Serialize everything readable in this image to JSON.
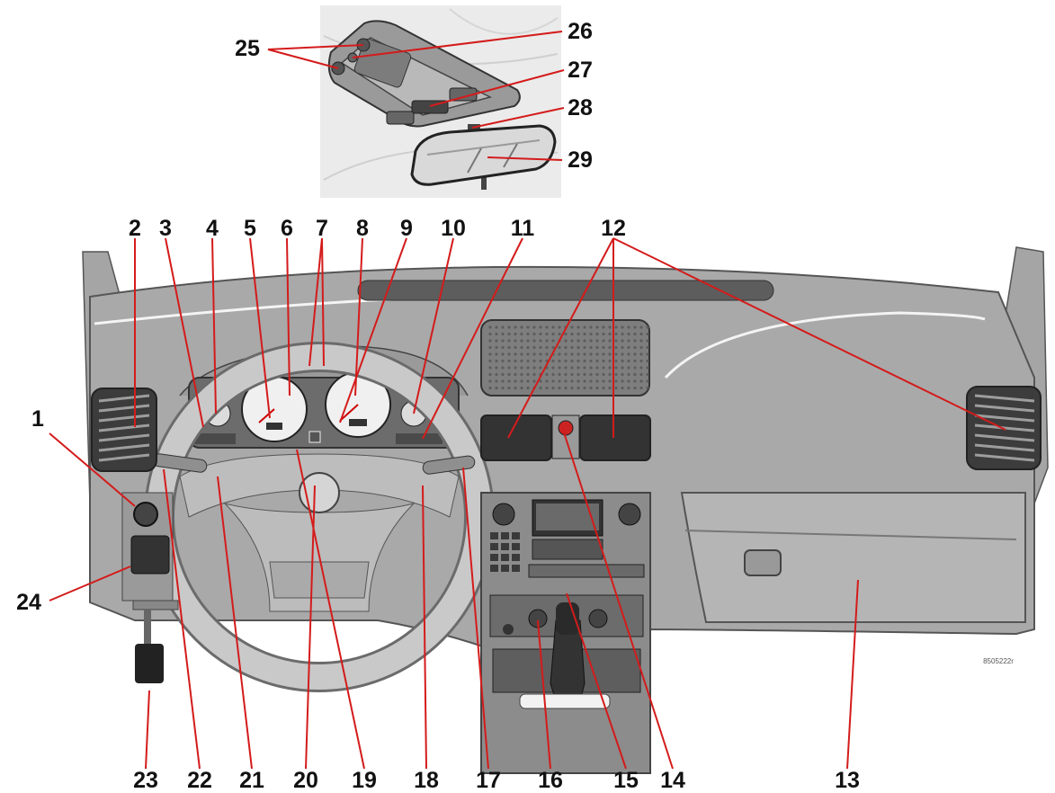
{
  "colors": {
    "background": "#ffffff",
    "dash_fill": "#a9a9a9",
    "dash_light": "#c8c8c8",
    "dash_dark": "#555555",
    "leader_line": "#d41b1b",
    "label_text": "#111111",
    "inset_bg": "#ebebeb"
  },
  "image_code": "8505222r",
  "callouts": [
    {
      "id": "1",
      "label": "1"
    },
    {
      "id": "2",
      "label": "2"
    },
    {
      "id": "3",
      "label": "3"
    },
    {
      "id": "4",
      "label": "4"
    },
    {
      "id": "5",
      "label": "5"
    },
    {
      "id": "6",
      "label": "6"
    },
    {
      "id": "7",
      "label": "7"
    },
    {
      "id": "8",
      "label": "8"
    },
    {
      "id": "9",
      "label": "9"
    },
    {
      "id": "10",
      "label": "10"
    },
    {
      "id": "11",
      "label": "11"
    },
    {
      "id": "12",
      "label": "12"
    },
    {
      "id": "13",
      "label": "13"
    },
    {
      "id": "14",
      "label": "14"
    },
    {
      "id": "15",
      "label": "15"
    },
    {
      "id": "16",
      "label": "16"
    },
    {
      "id": "17",
      "label": "17"
    },
    {
      "id": "18",
      "label": "18"
    },
    {
      "id": "19",
      "label": "19"
    },
    {
      "id": "20",
      "label": "20"
    },
    {
      "id": "21",
      "label": "21"
    },
    {
      "id": "22",
      "label": "22"
    },
    {
      "id": "23",
      "label": "23"
    },
    {
      "id": "24",
      "label": "24"
    },
    {
      "id": "25",
      "label": "25"
    },
    {
      "id": "26",
      "label": "26"
    },
    {
      "id": "27",
      "label": "27"
    },
    {
      "id": "28",
      "label": "28"
    },
    {
      "id": "29",
      "label": "29"
    }
  ]
}
